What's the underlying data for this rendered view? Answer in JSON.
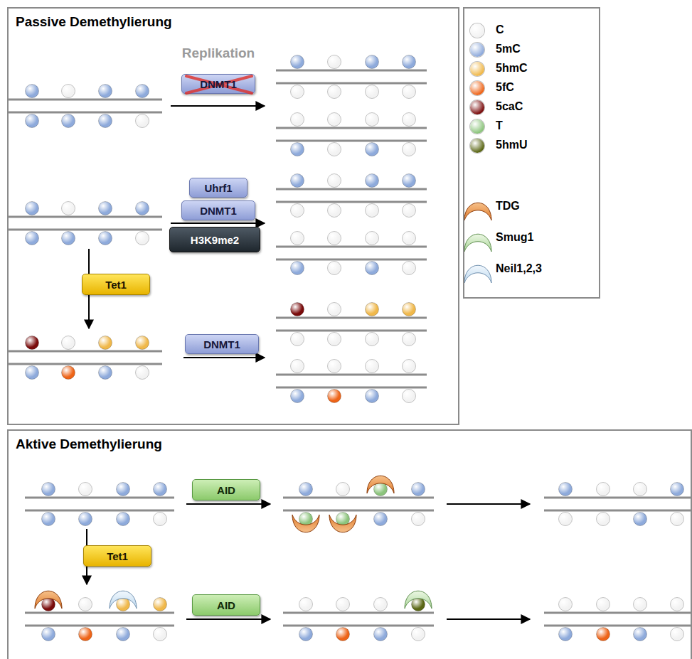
{
  "diagram": {
    "nodes": [
      {
        "text": [
          "Passive Demethylierung"
        ]
      },
      {
        "text": [
          "DNMT1"
        ],
        "in": 0
      },
      {
        "text": [
          "Uhrf1"
        ],
        "in": 0
      },
      {
        "text": [
          "DNMT1"
        ],
        "in": 0
      },
      {
        "text": [
          "H3K9me2"
        ],
        "in": 0
      },
      {
        "text": [
          "Tet1"
        ],
        "in": 0
      },
      {
        "text": [
          "DNMT1"
        ],
        "in": 0
      },
      {
        "text": [
          "Aktive Demethylierung"
        ]
      },
      {
        "text": [
          "AID"
        ],
        "in": 7
      },
      {
        "text": [
          "Tet1"
        ],
        "in": 7
      },
      {
        "text": [
          "AID"
        ],
        "in": 7
      }
    ],
    "labels": [
      "Replikation"
    ],
    "legend": [
      {
        "text": "C",
        "color": "#f2f2f2"
      },
      {
        "text": "5mC",
        "color": "#8eaadb"
      },
      {
        "text": "5hmC",
        "color": "#f0b84a"
      },
      {
        "text": "5fC",
        "color": "#ee6418"
      },
      {
        "text": "5caC",
        "color": "#7a0b0b"
      },
      {
        "text": "T",
        "color": "#8cc47c"
      },
      {
        "text": "5hmU",
        "color": "#5a6614"
      },
      {
        "text": "TDG"
      },
      {
        "text": "Smug1"
      },
      {
        "text": "Neil1,2,3"
      }
    ]
  }
}
